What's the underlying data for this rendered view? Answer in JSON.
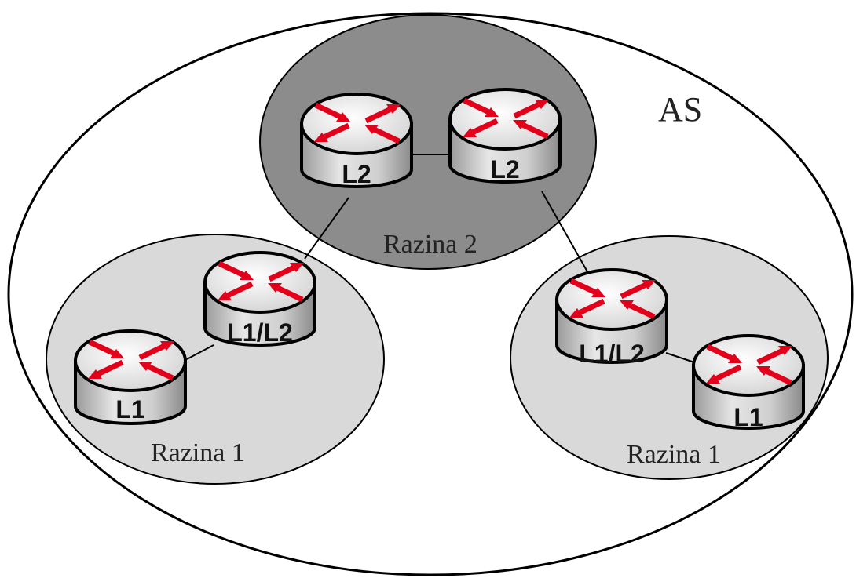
{
  "as_label": "AS",
  "areas": [
    {
      "id": "area-left",
      "label": "Razina 1",
      "fill": "#d9d9d9"
    },
    {
      "id": "area-backbone",
      "label": "Razina 2",
      "fill": "#8c8c8c"
    },
    {
      "id": "area-right",
      "label": "Razina 1",
      "fill": "#d9d9d9"
    }
  ],
  "routers": [
    {
      "id": "r-left-l1",
      "label": "L1"
    },
    {
      "id": "r-left-l1l2",
      "label": "L1/L2"
    },
    {
      "id": "r-backbone-a",
      "label": "L2"
    },
    {
      "id": "r-backbone-b",
      "label": "L2"
    },
    {
      "id": "r-right-l1l2",
      "label": "L1/L2"
    },
    {
      "id": "r-right-l1",
      "label": "L1"
    }
  ],
  "links": [
    {
      "from": "r-left-l1",
      "to": "r-left-l1l2"
    },
    {
      "from": "r-left-l1l2",
      "to": "r-backbone-a"
    },
    {
      "from": "r-backbone-a",
      "to": "r-backbone-b"
    },
    {
      "from": "r-backbone-b",
      "to": "r-right-l1l2"
    },
    {
      "from": "r-right-l1l2",
      "to": "r-right-l1"
    }
  ],
  "colors": {
    "outline": "#000000",
    "backbone_area": "#8c8c8c",
    "level1_area": "#d9d9d9",
    "router_body": "#c8c8c8",
    "router_top": "#f2f2f2",
    "arrow": "#e3001b"
  },
  "icon": "router-icon"
}
